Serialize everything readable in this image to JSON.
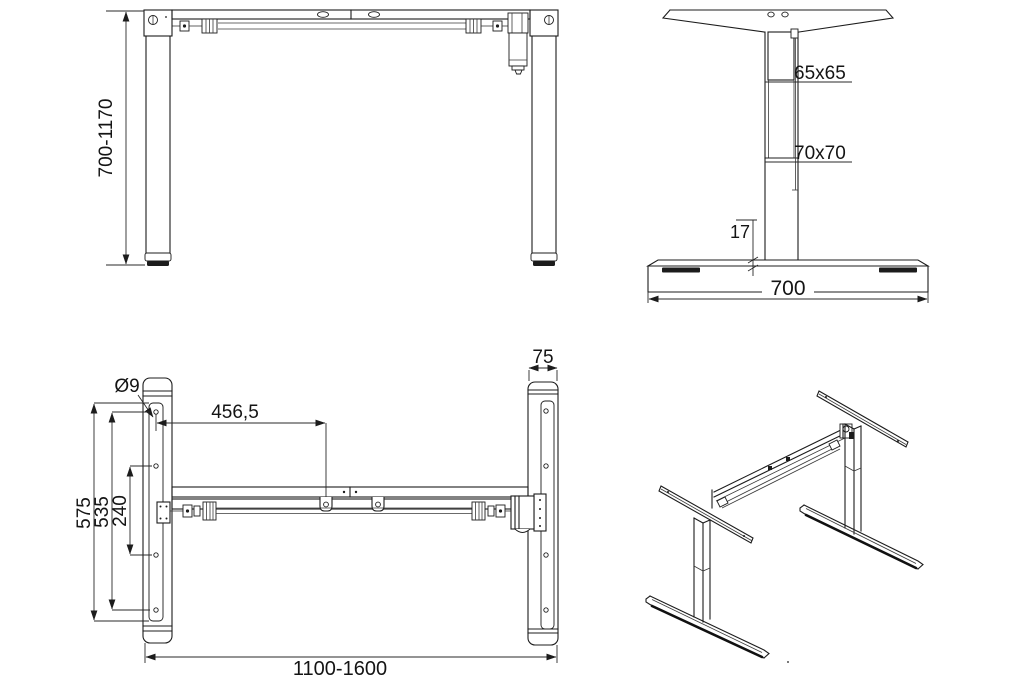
{
  "colors": {
    "background": "#ffffff",
    "line": "#1c1c1c"
  },
  "views": {
    "front": {
      "dim_height_range": "700-1170"
    },
    "side": {
      "dim_upper_column": "65x65",
      "dim_lower_column": "70x70",
      "dim_foot_height": "17",
      "dim_foot_depth": "700"
    },
    "plan": {
      "dim_foot_width": "75",
      "dim_hole_diameter": "Ø9",
      "dim_bracket_hole_offset": "456,5",
      "dim_bracket_length": "575",
      "dim_hole_span_outer": "535",
      "dim_hole_span_inner": "240",
      "dim_width_range": "1100-1600"
    }
  }
}
